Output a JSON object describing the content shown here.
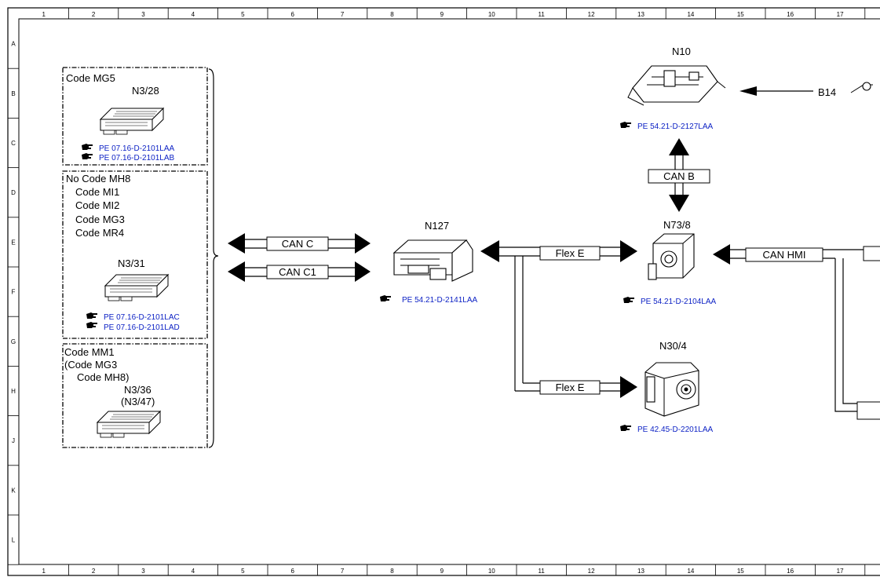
{
  "grid": {
    "columns": [
      "1",
      "2",
      "3",
      "4",
      "5",
      "6",
      "7",
      "8",
      "9",
      "10",
      "11",
      "12",
      "13",
      "14",
      "15",
      "16",
      "17"
    ],
    "rows": [
      "A",
      "B",
      "C",
      "D",
      "E",
      "F",
      "G",
      "H",
      "J",
      "K",
      "L"
    ]
  },
  "groups": [
    {
      "lines": [
        "Code MG5"
      ],
      "component": "N3/28",
      "refs": [
        "PE 07.16-D-2101LAA",
        "PE 07.16-D-2101LAB"
      ]
    },
    {
      "lines": [
        "No Code MH8",
        "Code MI1",
        "Code MI2",
        "Code MG3",
        "Code MR4"
      ],
      "component": "N3/31",
      "refs": [
        "PE 07.16-D-2101LAC",
        "PE 07.16-D-2101LAD"
      ]
    },
    {
      "lines": [
        "Code MM1",
        "(Code MG3",
        "Code MH8)"
      ],
      "component": "N3/36",
      "component_alt": "(N3/47)"
    }
  ],
  "components": {
    "n127": {
      "label": "N127",
      "ref": "PE 54.21-D-2141LAA"
    },
    "n10": {
      "label": "N10",
      "ref": "PE 54.21-D-2127LAA"
    },
    "n73_8": {
      "label": "N73/8",
      "ref": "PE 54.21-D-2104LAA"
    },
    "n30_4": {
      "label": "N30/4",
      "ref": "PE 42.45-D-2201LAA"
    },
    "b14": {
      "label": "B14"
    }
  },
  "buses": {
    "can_c": "CAN C",
    "can_c1": "CAN C1",
    "can_b": "CAN B",
    "flex_e_top": "Flex E",
    "flex_e_bottom": "Flex E",
    "can_hmi": "CAN HMI"
  }
}
